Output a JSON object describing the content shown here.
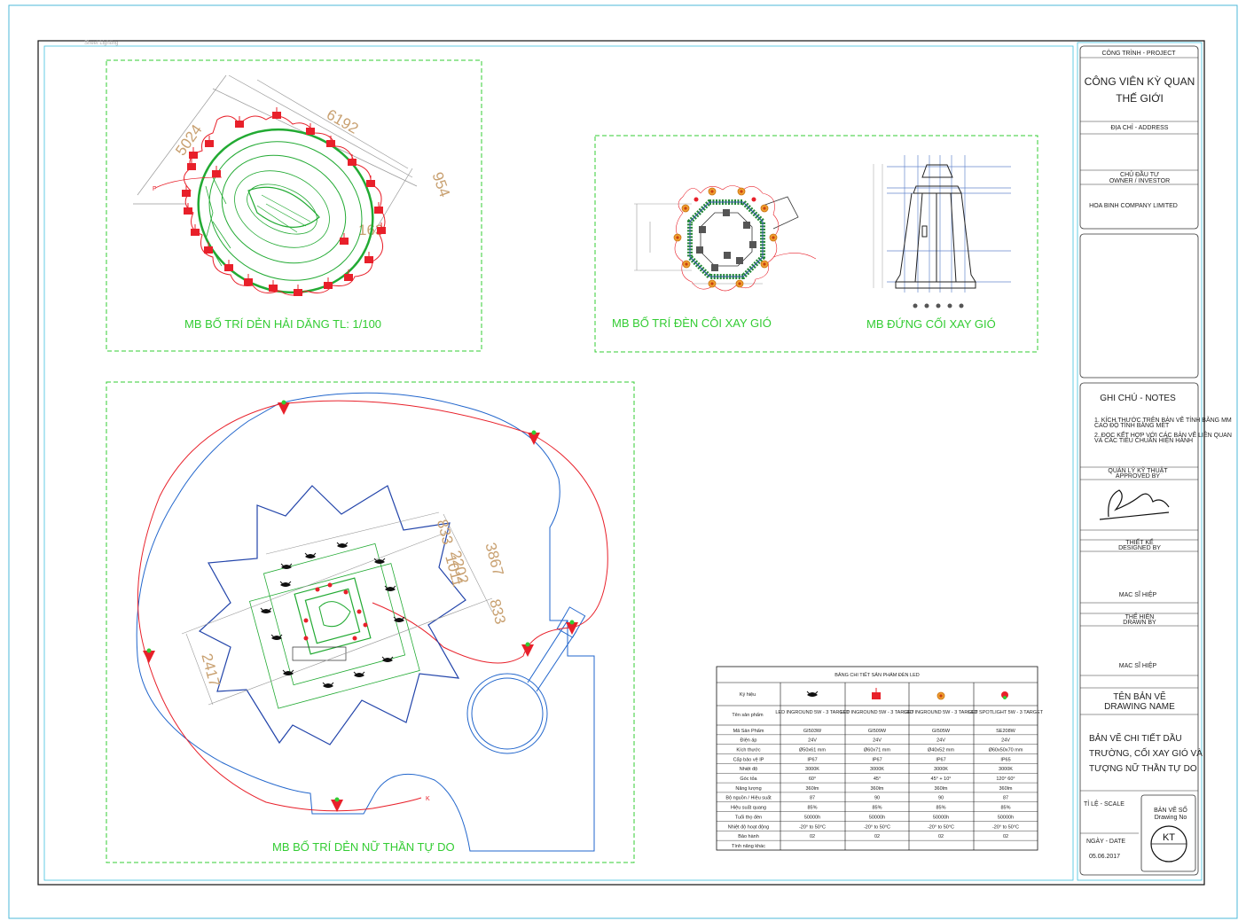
{
  "sheet": {
    "corner_label": "Sheet Lighting"
  },
  "panels": {
    "hai_dang": {
      "title": "MB BỐ TRÍ DẺN HẢI DĂNG TL: 1/100",
      "dims": [
        "5024",
        "6192",
        "954",
        "163"
      ],
      "marker": "F"
    },
    "coi_plan": {
      "title": "MB BỐ TRÍ ĐÈN CÔI XAY GIÓ"
    },
    "coi_elev": {
      "title": "MB ĐỨNG CỐI XAY GIÓ"
    },
    "nu_than": {
      "title": "MB BỐ TRÍ DẺN NỮ THẦN TỰ DO",
      "dims": [
        "833",
        "2202",
        "1011",
        "3867",
        "833",
        "2417"
      ],
      "marker": "K"
    }
  },
  "led_table": {
    "title": "BẢNG CHI TIẾT SẢN PHẨM ĐÈN LED",
    "symbol_header": "Ký hiệu",
    "product_row_label": "Tên sản phẩm",
    "products": [
      "LED INGROUND 5W - 3 TARGET",
      "LED INGROUND 5W - 3 TARGET",
      "LED INGROUND 5W - 3 TARGET",
      "LED SPOTLIGHT 5W - 3 TARGET"
    ],
    "row_labels": [
      "Mã Sản Phẩm",
      "Điện áp",
      "Kích thước",
      "Cấp bảo vệ IP",
      "Nhiệt độ",
      "Góc tỏa",
      "Năng lượng",
      "Bộ nguồn / Hiệu suất",
      "Hiệu suất quang",
      "Tuổi thọ đèn",
      "Nhiệt độ hoạt động",
      "Bảo hành",
      "Tính năng khác"
    ],
    "cells": [
      [
        "GI503W",
        "GI509W",
        "GI505W",
        "SE208W"
      ],
      [
        "24V",
        "24V",
        "24V",
        "24V"
      ],
      [
        "Ø50x61 mm",
        "Ø60x71 mm",
        "Ø40x52 mm",
        "Ø60x50x70 mm"
      ],
      [
        "IP67",
        "IP67",
        "IP67",
        "IP65"
      ],
      [
        "3000K",
        "3000K",
        "3000K",
        "3000K"
      ],
      [
        "60°",
        "45°",
        "45° + 10°",
        "120° 60°"
      ],
      [
        "360lm",
        "360lm",
        "360lm",
        "360lm"
      ],
      [
        "87",
        "90",
        "90",
        "87"
      ],
      [
        "85%",
        "85%",
        "85%",
        "85%"
      ],
      [
        "50000h",
        "50000h",
        "50000h",
        "50000h"
      ],
      [
        "-20° to 50°C",
        "-20° to 50°C",
        "-20° to 50°C",
        "-20° to 50°C"
      ],
      [
        "02",
        "02",
        "02",
        "02"
      ],
      [
        "",
        "",
        "",
        ""
      ]
    ]
  },
  "title_block": {
    "project_label": "CÔNG TRÌNH - PROJECT",
    "project_name_line1": "CÔNG VIÊN KỲ QUAN",
    "project_name_line2": "THẾ GIỚI",
    "address_label": "ĐỊA CHỈ - ADDRESS",
    "owner_label_1": "CHỦ ĐẦU TƯ",
    "owner_label_2": "OWNER / INVESTOR",
    "owner_name": "HOA BINH COMPANY LIMITED",
    "notes_title": "GHI CHÚ - NOTES",
    "notes_lines": [
      "1. KÍCH THƯỚC TRÊN BẢN VẼ TÍNH BẰNG MM",
      "   CAO ĐỘ TÍNH BẰNG MÉT",
      "2. ĐỌC KẾT HỢP VỚI CÁC BẢN VẼ LIÊN QUAN",
      "   VÀ CÁC TIÊU CHUẨN HIỆN HÀNH"
    ],
    "approver_label_1": "QUẢN LÝ KỸ THUẬT",
    "approver_label_2": "APPROVED BY",
    "designer_label_1": "THIẾT KẾ",
    "designer_label_2": "DESIGNED BY",
    "designer_name": "MAC SĨ HIỆP",
    "drawn_label_1": "THỂ HIỆN",
    "drawn_label_2": "DRAWN BY",
    "drawn_name": "MAC SĨ HIỆP",
    "drawing_name_label_1": "TÊN BẢN VẼ",
    "drawing_name_label_2": "DRAWING NAME",
    "drawing_name_lines": [
      "BẢN VẼ CHI TIẾT DẦU",
      "TRƯỜNG, CỐI XAY GIÓ VÀ",
      "TƯỢNG NỮ THẦN TỰ DO"
    ],
    "scale_label": "TỈ LỆ - SCALE",
    "sheet_no_label_1": "BẢN VẼ SỐ",
    "sheet_no_label_2": "Drawing No",
    "date_label": "NGÀY - DATE",
    "date_value": "05.06.2017",
    "sheet_code": "KT"
  }
}
